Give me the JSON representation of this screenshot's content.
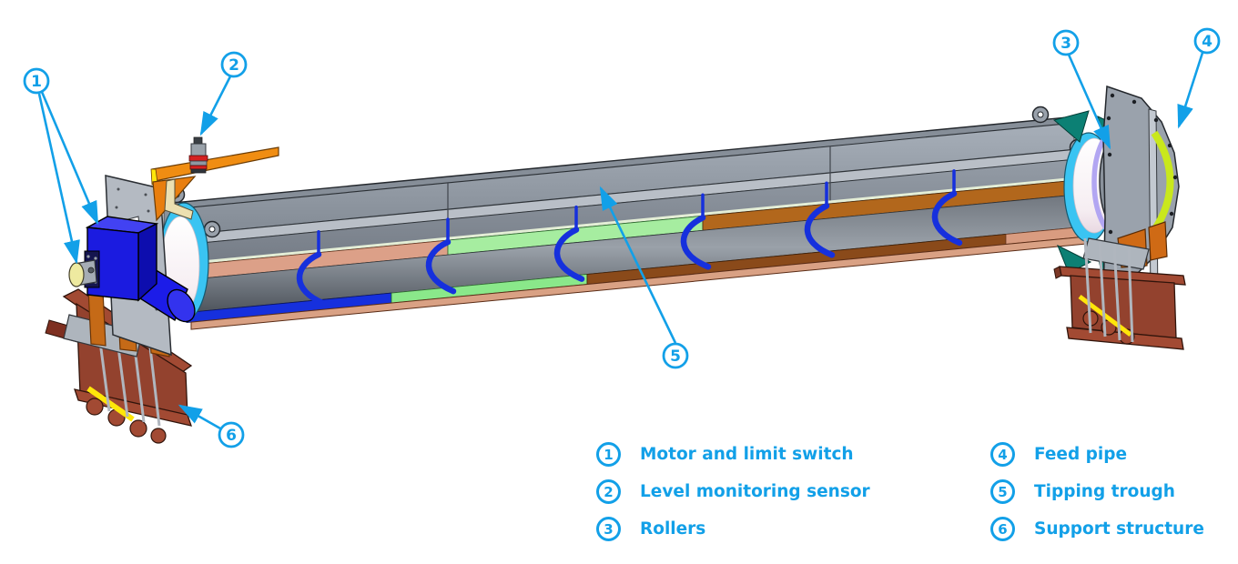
{
  "page": {
    "background": "#ffffff"
  },
  "colors": {
    "accent": "#12a0e8",
    "trough_shell_gray": "#8a929c",
    "trough_rail_gray": "#b9bfc7",
    "liner_salmon": "#dca088",
    "liner_green": "#a6eda0",
    "liner_copper": "#b2671c",
    "rib_blue": "#1630dd",
    "rim_cyan": "#3ac4f2",
    "end_face_white": "#f8f2f6",
    "motor_blue": "#1b1be0",
    "sensor_arm_orange": "#f08d12",
    "frame_orange": "#c56a17",
    "pedestal_brown": "#a24a33",
    "foot_yellow": "#ffe60a",
    "roller_purple": "#b2a6f2",
    "feed_pipe_chartreuse": "#c9e81c",
    "bracket_teal": "#0c8074"
  },
  "legend": {
    "items": [
      {
        "num": "1",
        "label": "Motor and limit switch"
      },
      {
        "num": "2",
        "label": "Level monitoring sensor"
      },
      {
        "num": "3",
        "label": "Rollers"
      },
      {
        "num": "4",
        "label": "Feed pipe"
      },
      {
        "num": "5",
        "label": "Tipping trough"
      },
      {
        "num": "6",
        "label": "Support structure"
      }
    ]
  }
}
